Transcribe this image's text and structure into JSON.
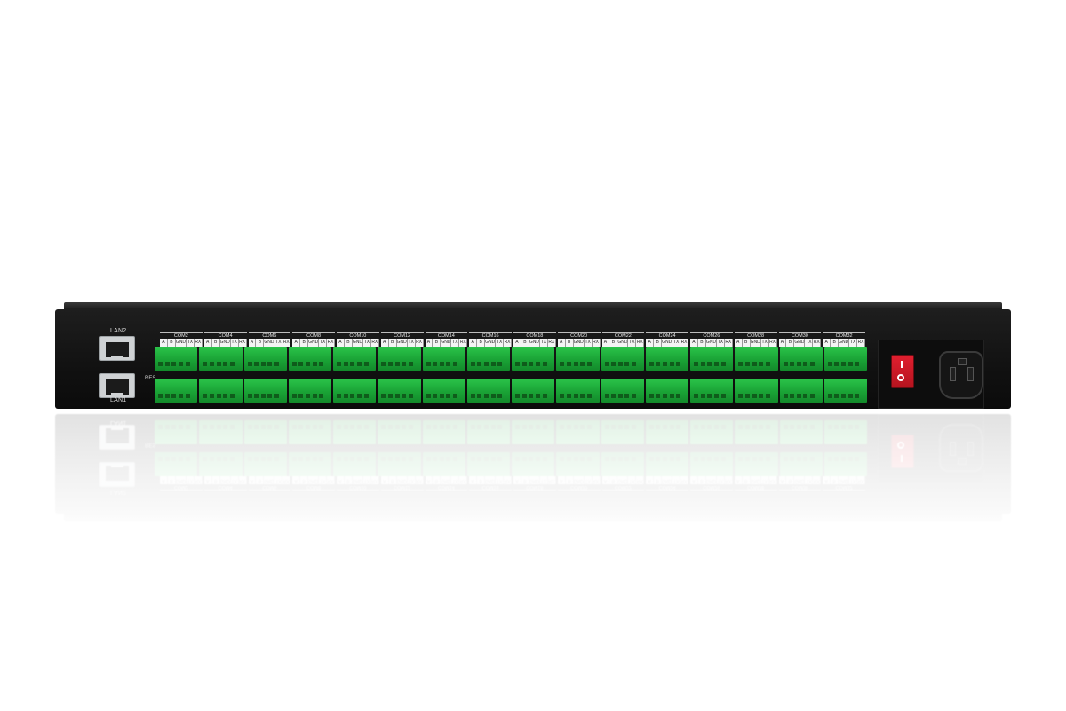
{
  "device": {
    "lan_labels": {
      "top": "LAN2",
      "bottom": "LAN1"
    },
    "reset_label": "RES",
    "com_groups": [
      "COM2",
      "COM4",
      "COM6",
      "COM8",
      "COM10",
      "COM12",
      "COM14",
      "COM16",
      "COM18",
      "COM20",
      "COM22",
      "COM24",
      "COM26",
      "COM28",
      "COM30",
      "COM32"
    ],
    "pin_labels": [
      "A",
      "B",
      "GND",
      "TX",
      "RX"
    ],
    "power_switch": {
      "top_symbol": "I",
      "bottom_symbol": "O",
      "color": "#d81b2a"
    },
    "terminal_color": "#1fb23e",
    "chassis_color": "#141414"
  }
}
